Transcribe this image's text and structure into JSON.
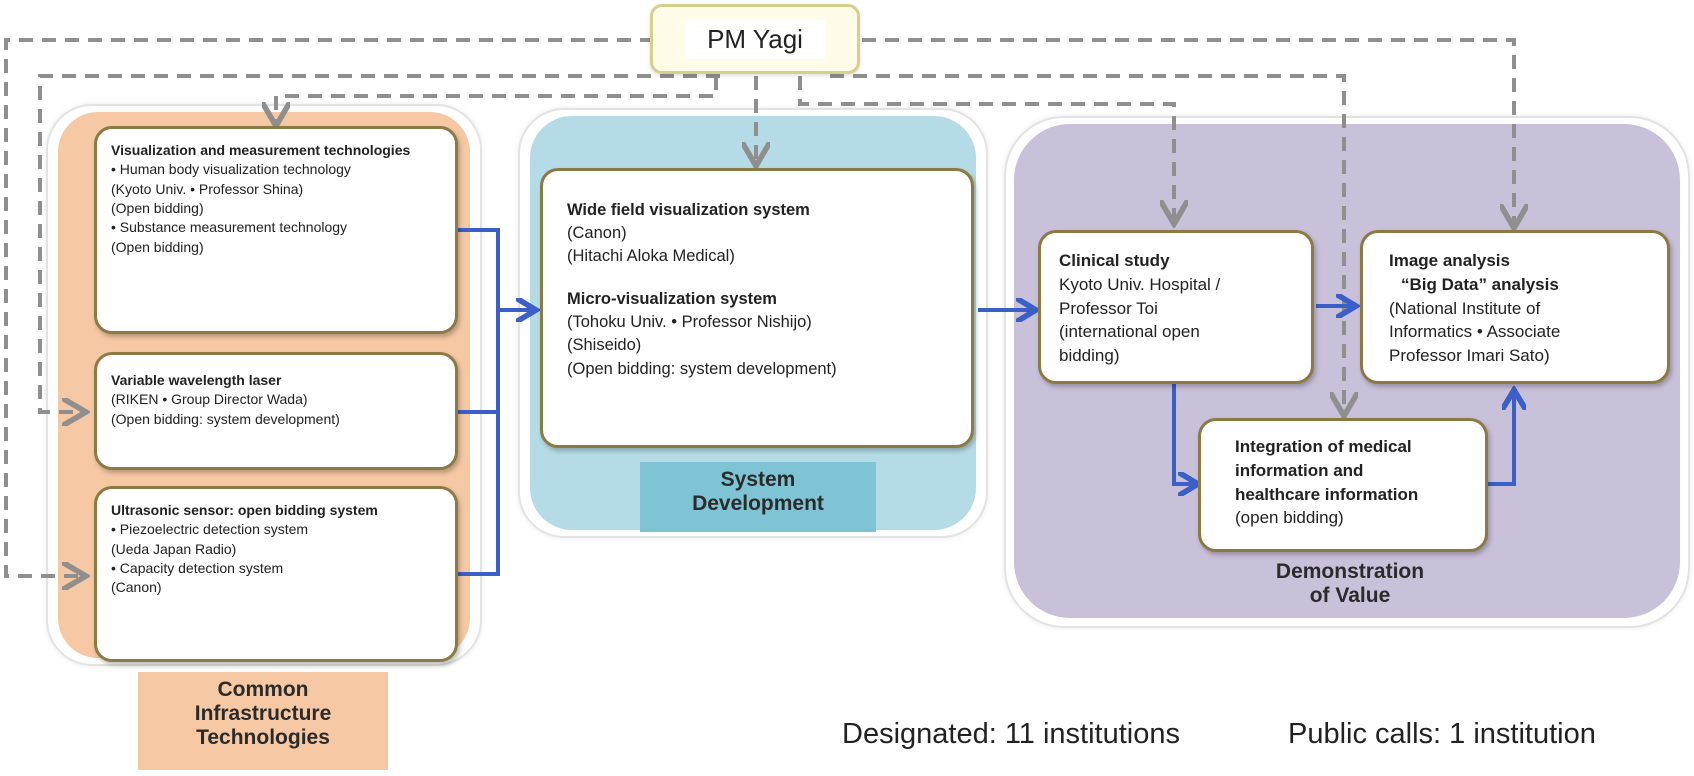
{
  "pm": {
    "label": "PM Yagi"
  },
  "groups": {
    "infrastructure": {
      "label": "Common\nInfrastructure\nTechnologies"
    },
    "system": {
      "label": "System\nDevelopment"
    },
    "value": {
      "label": "Demonstration\nof Value"
    }
  },
  "boxes": {
    "visualization": {
      "title": "Visualization and measurement technologies",
      "lines": [
        "• Human body visualization technology",
        "(Kyoto Univ. • Professor Shina)",
        "(Open bidding)",
        "• Substance measurement technology",
        "(Open bidding)"
      ]
    },
    "laser": {
      "title": "Variable wavelength laser",
      "lines": [
        "(RIKEN • Group Director Wada)",
        "(Open bidding: system development)"
      ]
    },
    "ultrasonic": {
      "title": "Ultrasonic sensor: open bidding system",
      "lines": [
        "• Piezoelectric detection system",
        "(Ueda Japan Radio)",
        "• Capacity detection system",
        "(Canon)"
      ]
    },
    "systems": {
      "title1": "Wide field visualization system",
      "lines1": [
        "(Canon)",
        "(Hitachi Aloka Medical)"
      ],
      "title2": "Micro-visualization system",
      "lines2": [
        "(Tohoku Univ. • Professor Nishijo)",
        "(Shiseido)",
        "(Open bidding: system development)"
      ]
    },
    "clinical": {
      "title": "Clinical study",
      "lines": [
        "Kyoto Univ. Hospital /",
        "Professor Toi",
        "(international open",
        "bidding)"
      ]
    },
    "image_analysis": {
      "title1": "Image analysis",
      "title2": "“Big Data” analysis",
      "lines": [
        "(National Institute of",
        "Informatics • Associate",
        "Professor Imari Sato)"
      ]
    },
    "integration": {
      "title_lines": [
        "Integration of medical",
        "information and",
        "healthcare information"
      ],
      "lines": [
        "(open bidding)"
      ]
    }
  },
  "footer": {
    "designated": "Designated: 11 institutions",
    "public_calls": "Public calls: 1 institution"
  },
  "colors": {
    "dashed_arrow": "#8f8f8f",
    "solid_arrow": "#3a5fc8",
    "box_border": "#8c7a44",
    "orange": "#f6c9a4",
    "blue": "#b5dce6",
    "blue_label": "#7ec4d4",
    "purple": "#c9c0da"
  }
}
